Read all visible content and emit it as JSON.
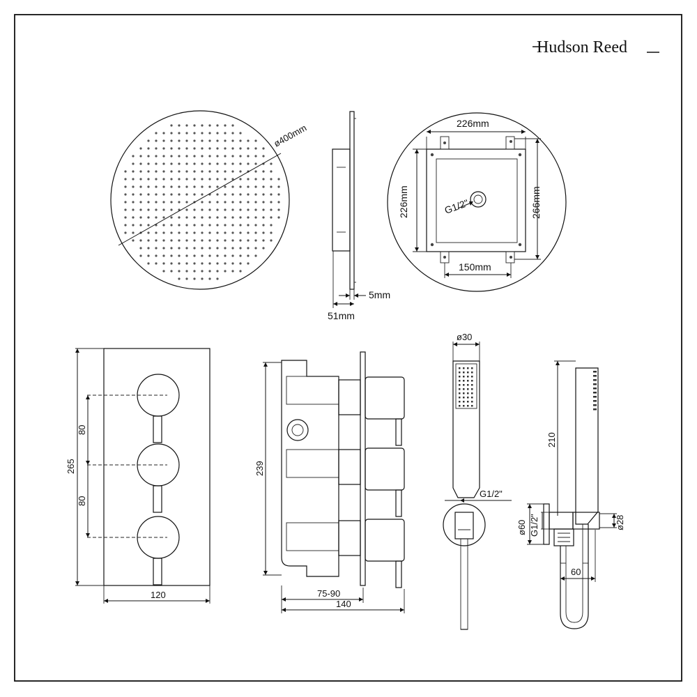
{
  "brand": {
    "name": "Hudson Reed"
  },
  "shower_head": {
    "diameter": "ø400mm",
    "thickness": "5mm",
    "depth": "51mm"
  },
  "ceiling_plate": {
    "top_width": "226mm",
    "left_height": "226mm",
    "right_height": "266mm",
    "bottom_width": "150mm",
    "thread": "G1/2\""
  },
  "valve_front": {
    "height": "265",
    "spacing_upper": "80",
    "spacing_lower": "80",
    "width": "120"
  },
  "valve_side": {
    "height": "239",
    "inner_depth": "75-90",
    "depth": "140"
  },
  "handset_front": {
    "diameter": "ø30",
    "thread": "G1/2\""
  },
  "handset_side": {
    "length": "210",
    "outlet_diameter": "ø60",
    "outlet_thread": "G1/2\"",
    "holder_diameter": "ø28",
    "projection": "60"
  }
}
